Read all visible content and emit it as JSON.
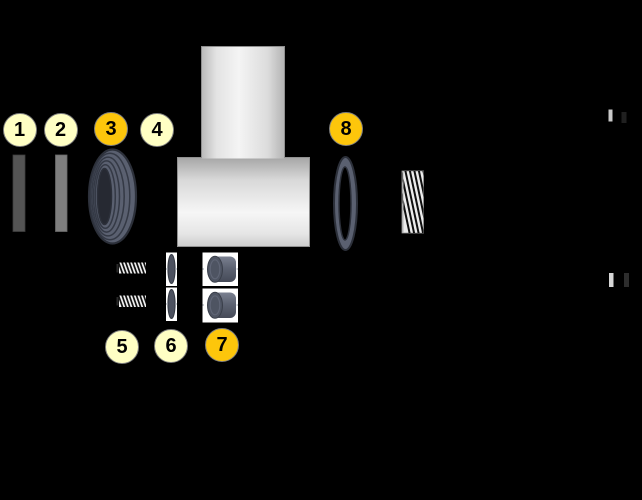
{
  "diagram": {
    "title": "exploded-parts-diagram",
    "background_color": "#000000",
    "colors": {
      "callout_fill": "#FFFFC4",
      "callout_highlight": "#FDC60B",
      "callout_border": "#7F7F7F",
      "part_dark_metal": "#5A6070",
      "body_light_metal": "#E9E9E9"
    },
    "callouts": [
      {
        "label": "1",
        "highlighted": false
      },
      {
        "label": "2",
        "highlighted": false
      },
      {
        "label": "3",
        "highlighted": true
      },
      {
        "label": "4",
        "highlighted": false
      },
      {
        "label": "5",
        "highlighted": false
      },
      {
        "label": "6",
        "highlighted": false
      },
      {
        "label": "7",
        "highlighted": true
      },
      {
        "label": "8",
        "highlighted": true
      }
    ]
  }
}
